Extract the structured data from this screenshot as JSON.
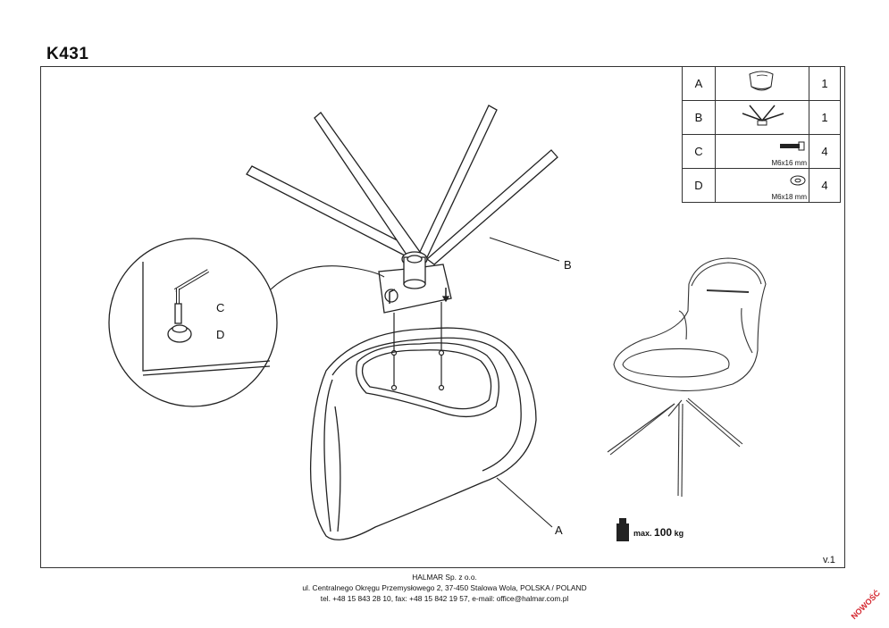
{
  "header": {
    "model": "K431"
  },
  "parts": [
    {
      "letter": "A",
      "icon": "seat-icon",
      "size": "",
      "qty": "1"
    },
    {
      "letter": "B",
      "icon": "leg-frame-icon",
      "size": "",
      "qty": "1"
    },
    {
      "letter": "C",
      "icon": "bolt-icon",
      "size": "M6x16 mm",
      "qty": "4"
    },
    {
      "letter": "D",
      "icon": "washer-icon",
      "size": "M6x18 mm",
      "qty": "4"
    }
  ],
  "diagram": {
    "label_b": "B",
    "label_a": "A",
    "label_c": "C",
    "label_d": "D"
  },
  "max_load": {
    "prefix": "max.",
    "value": "100",
    "unit": "kg"
  },
  "version": "v.1",
  "footer": {
    "company": "HALMAR Sp. z o.o.",
    "address": "ul. Centralnego Okręgu Przemysłowego 2, 37-450 Stalowa Wola, POLSKA / POLAND",
    "contact": "tel. +48 15 843 28 10, fax: +48 15 842 19 57, e-mail: office@halmar.com.pl"
  },
  "badge": "NOWOŚĆ"
}
